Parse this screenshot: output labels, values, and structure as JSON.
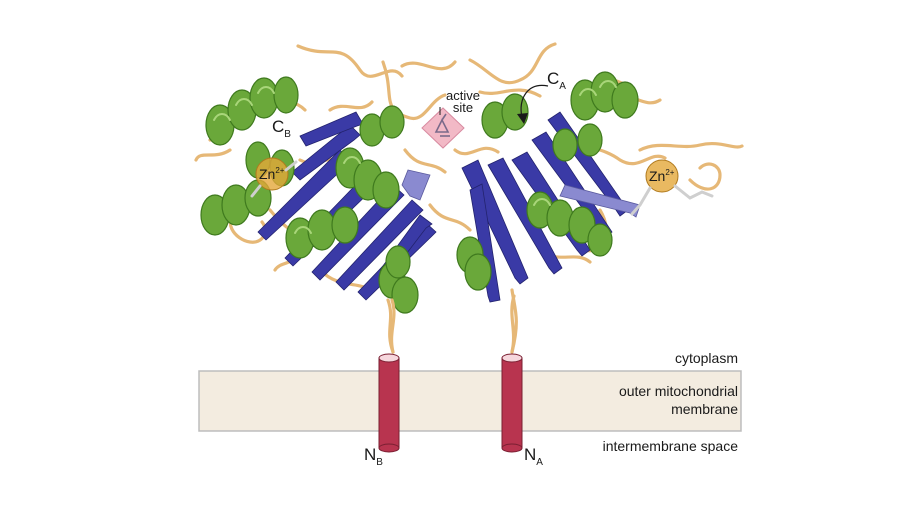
{
  "labels": {
    "active_site_line1": "active",
    "active_site_line2": "site",
    "c_terminus_a_main": "C",
    "c_terminus_a_sub": "A",
    "c_terminus_b_main": "C",
    "c_terminus_b_sub": "B",
    "n_terminus_a_main": "N",
    "n_terminus_a_sub": "A",
    "n_terminus_b_main": "N",
    "n_terminus_b_sub": "B",
    "zinc_left_symbol": "Zn",
    "zinc_left_charge": "2+",
    "zinc_right_symbol": "Zn",
    "zinc_right_charge": "2+",
    "cytoplasm": "cytoplasm",
    "membrane_line1": "outer mitochondrial",
    "membrane_line2": "membrane",
    "intermembrane": "intermembrane space"
  },
  "colors": {
    "helix": "#6aa83a",
    "helix_dark": "#3f7a1e",
    "sheet": "#3a3aa6",
    "sheet_light": "#8a8ad0",
    "loop": "#e6b877",
    "zinc": "#e3a73a",
    "active_site": "#f2b9c6",
    "membrane_fill": "#f3ece0",
    "membrane_stroke": "#bdbdbd",
    "tm_helix": "#b8344f",
    "tm_helix_top": "#f6d7dd"
  }
}
